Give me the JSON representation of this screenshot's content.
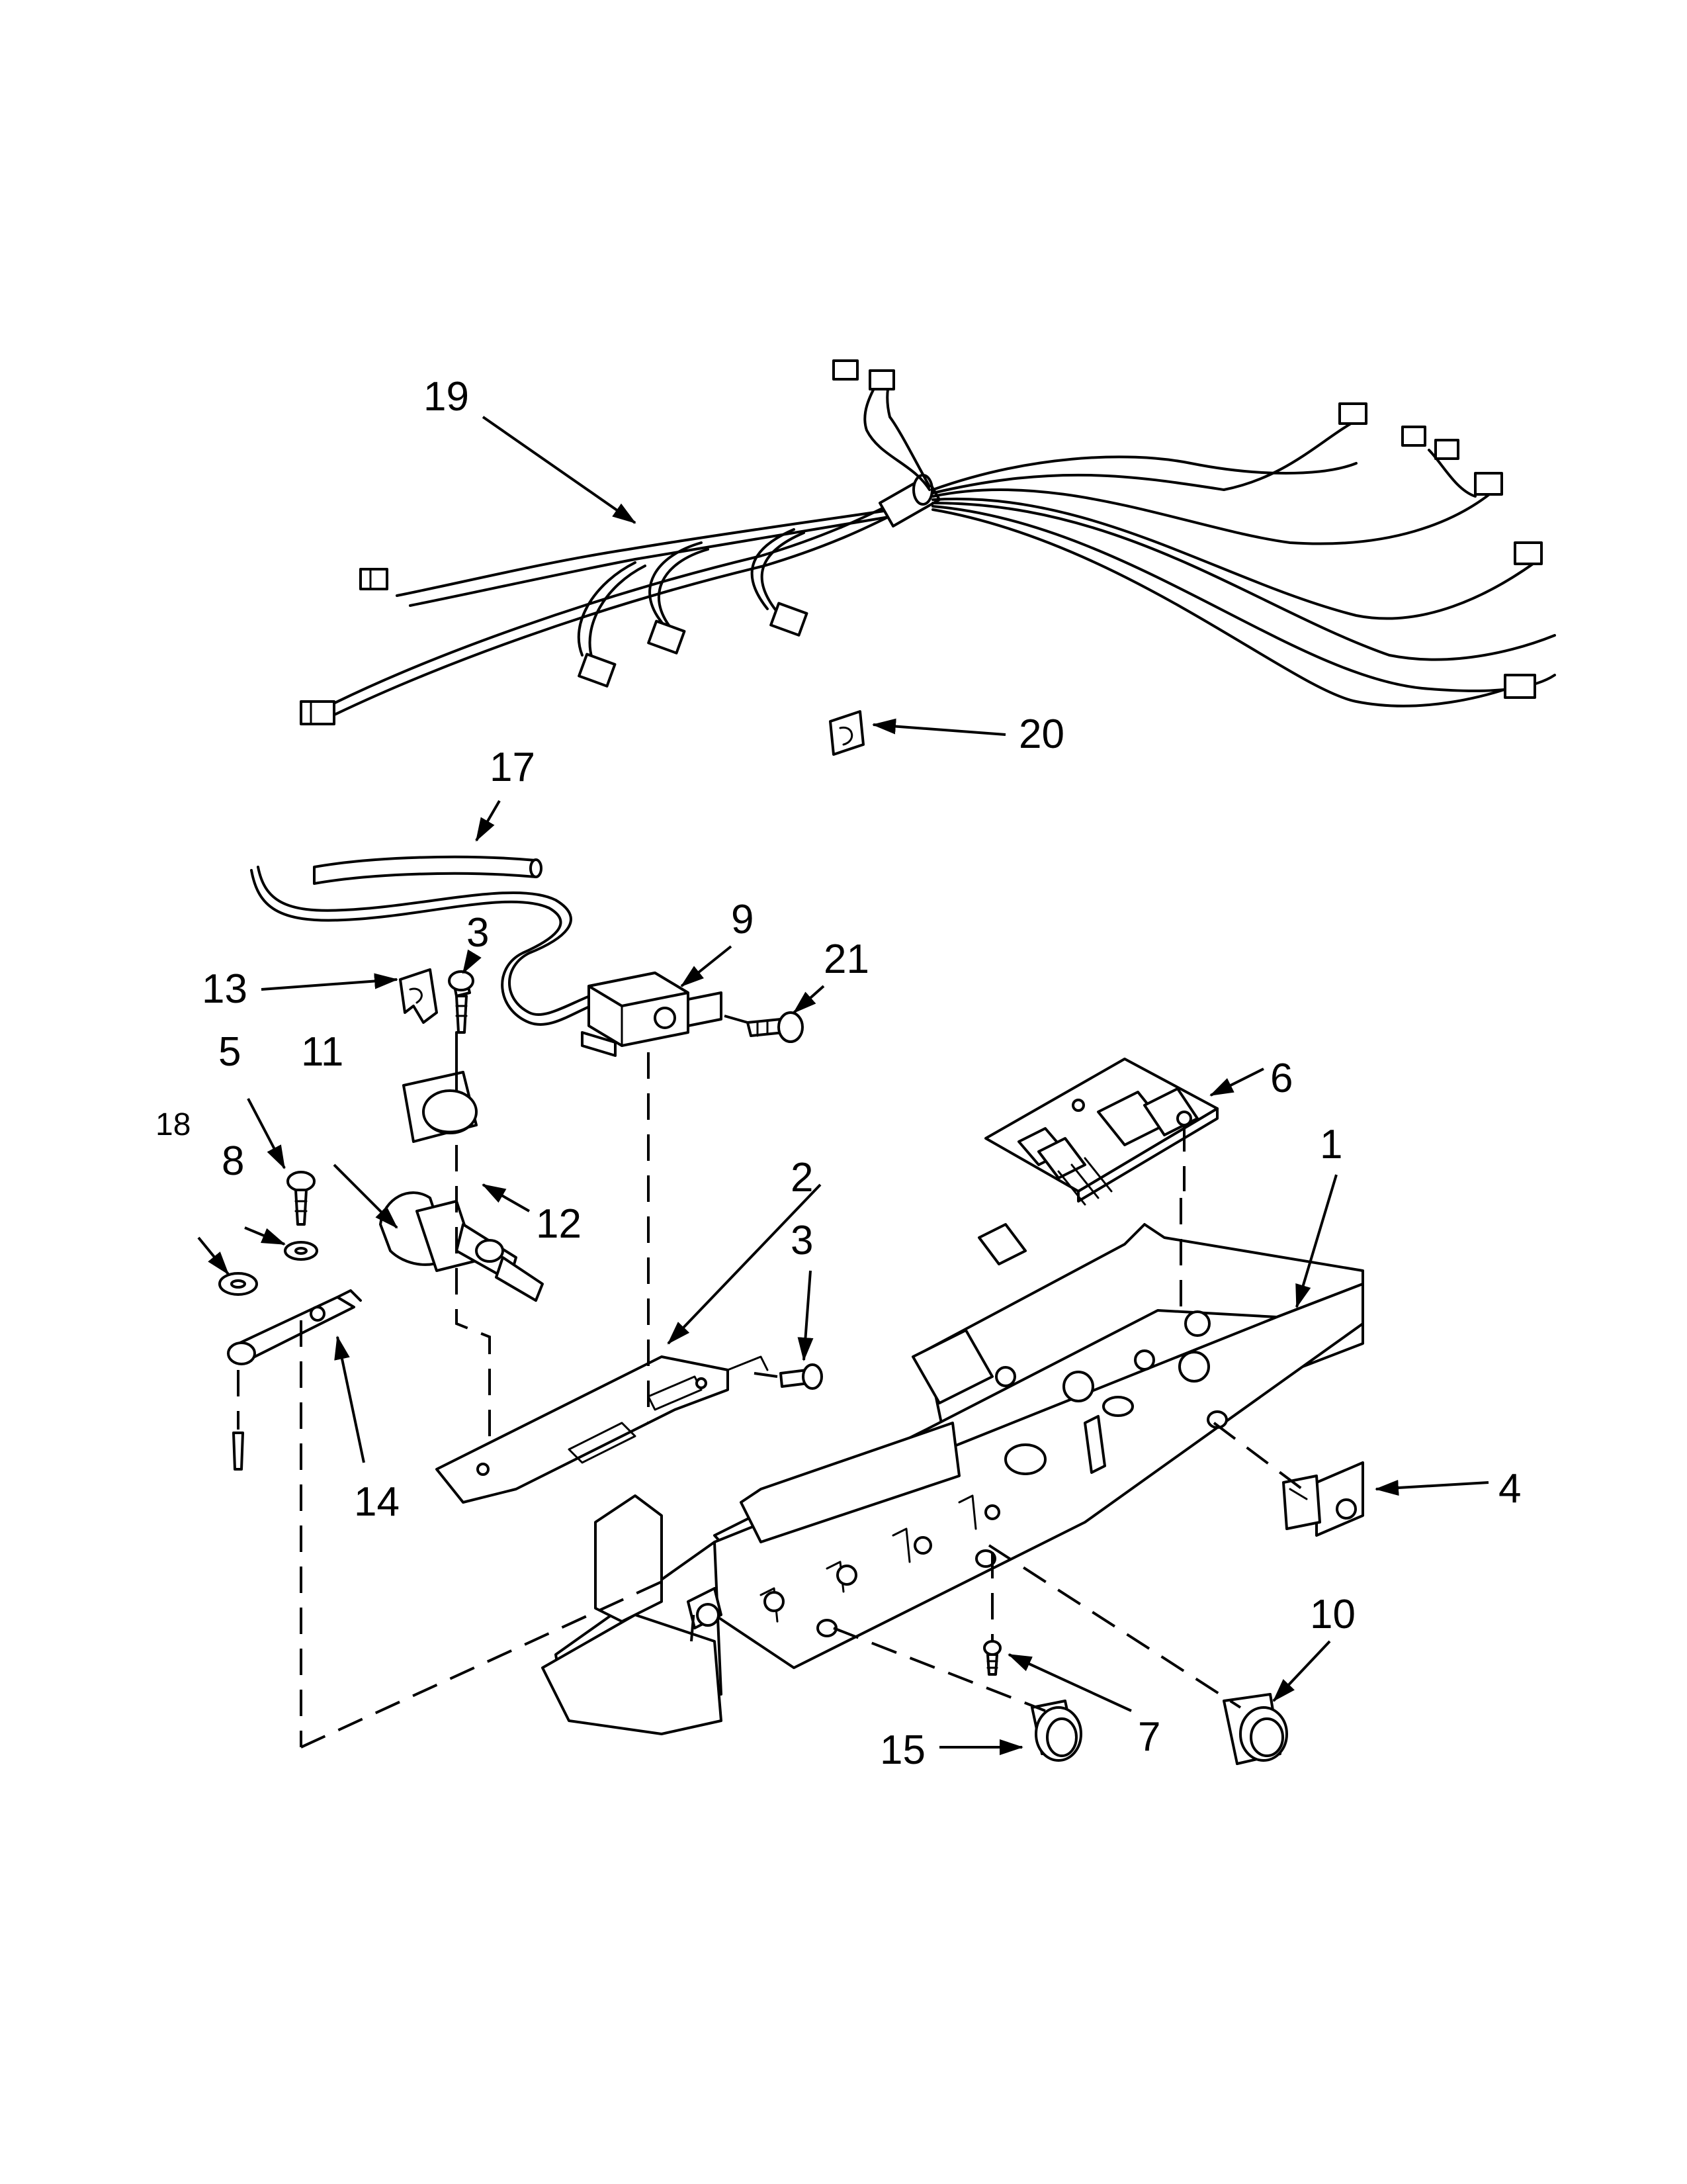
{
  "callouts": {
    "c1": "1",
    "c2": "2",
    "c3a": "3",
    "c3b": "3",
    "c4": "4",
    "c5": "5",
    "c6": "6",
    "c7": "7",
    "c8": "8",
    "c9": "9",
    "c10": "10",
    "c11": "11",
    "c12": "12",
    "c13": "13",
    "c14": "14",
    "c15": "15",
    "c17": "17",
    "c18": "18",
    "c19": "19",
    "c20": "20",
    "c21": "21"
  }
}
